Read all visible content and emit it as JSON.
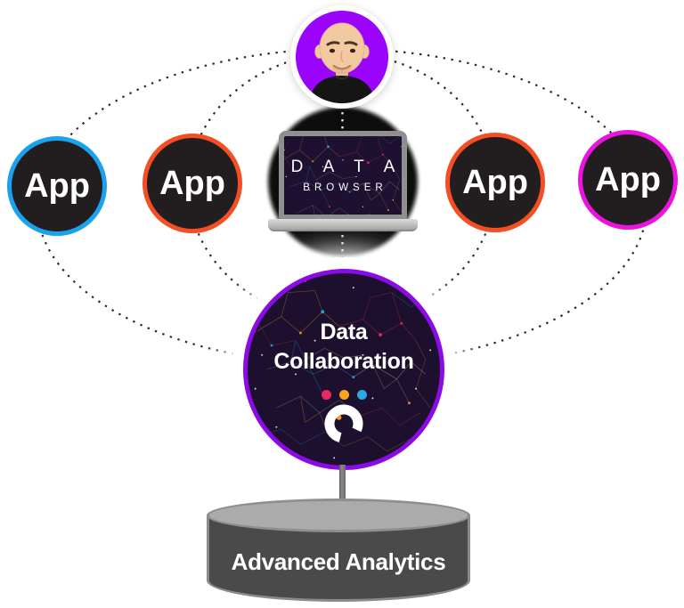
{
  "diagram": {
    "data_browser": {
      "line1": "D A T A",
      "line2": "BROWSER"
    },
    "apps": [
      {
        "label": "App",
        "border_color": "#1BA2EC"
      },
      {
        "label": "App",
        "border_color": "#F34E24"
      },
      {
        "label": "App",
        "border_color": "#F34E24"
      },
      {
        "label": "App",
        "border_color": "#EA14DE"
      }
    ],
    "collaboration": {
      "title_line1": "Data",
      "title_line2": "Collaboration",
      "border_color": "#8A0BE3",
      "logo_dot_colors": [
        "#E62A5D",
        "#F7A421",
        "#2BA9E1"
      ]
    },
    "analytics": {
      "label": "Advanced Analytics"
    },
    "colors": {
      "avatar_bg": "#9A03FC"
    }
  }
}
